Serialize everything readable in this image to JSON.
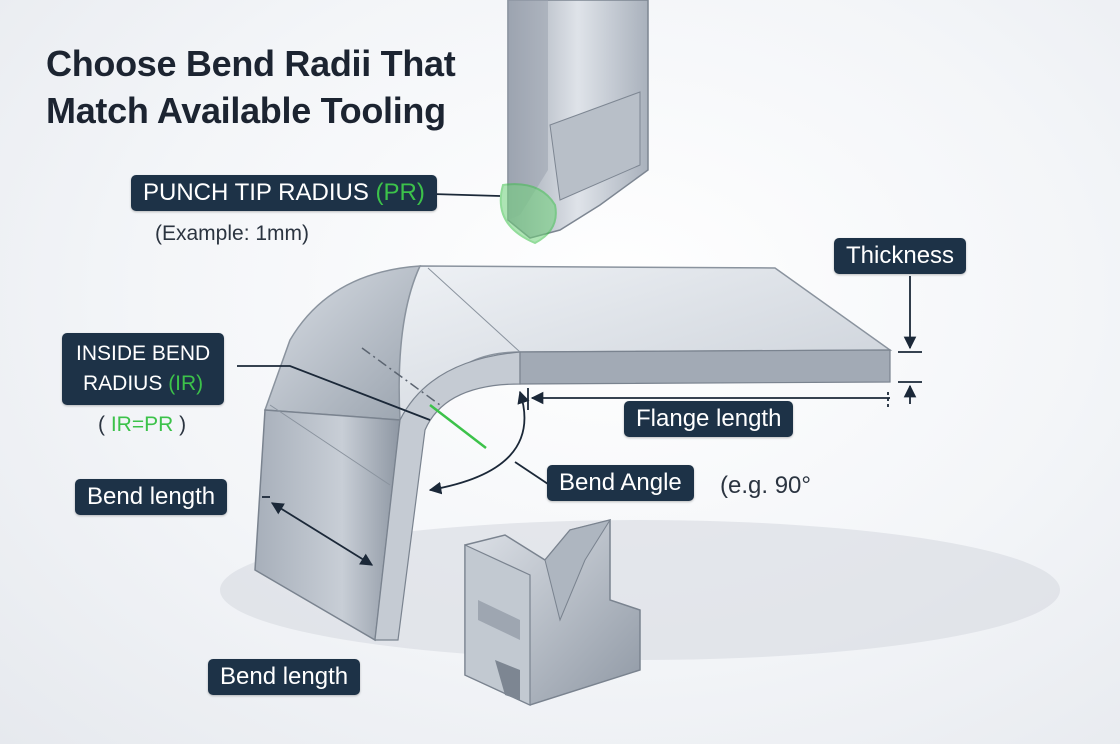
{
  "title": {
    "line1": "Choose Bend Radii That",
    "line2": "Match Available Tooling"
  },
  "labels": {
    "punch_tip_radius": "PUNCH TIP RADIUS ",
    "punch_tip_abbr": "(PR)",
    "punch_example": "(Example: 1mm)",
    "thickness": "Thickness",
    "inside_bend_line1": "INSIDE BEND",
    "inside_bend_line2": "RADIUS ",
    "inside_bend_abbr": "(IR)",
    "ir_open": "( ",
    "ir_eq_pr": "IR=PR",
    "ir_close": " )",
    "flange_length": "Flange length",
    "bend_angle": "Bend Angle",
    "bend_angle_example": "(e.g. 90°",
    "bend_length_left": "Bend length",
    "bend_length_bottom": "Bend length"
  },
  "colors": {
    "label_bg": "#1d3247",
    "accent_green": "#3cc24a",
    "steel": "#b9c0c9",
    "leader": "#1b2838"
  }
}
